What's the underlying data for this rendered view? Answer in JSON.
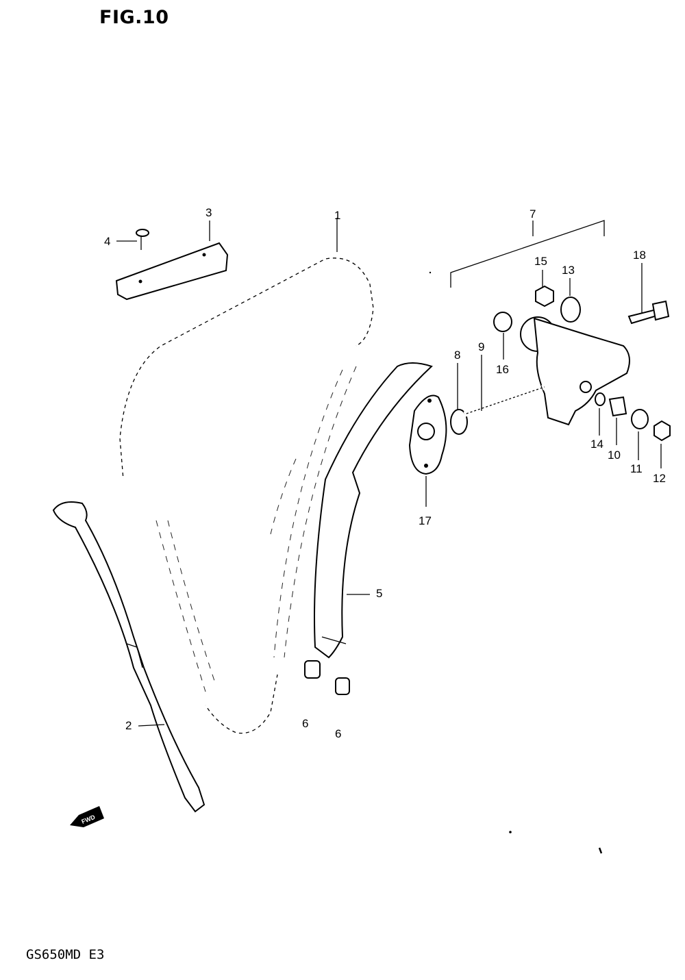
{
  "figure": {
    "title": "FIG.10"
  },
  "model": {
    "code": "GS650MD  E3"
  },
  "arrow": {
    "label": "FWD"
  },
  "callouts": [
    {
      "id": "1",
      "text": "1"
    },
    {
      "id": "2",
      "text": "2"
    },
    {
      "id": "3",
      "text": "3"
    },
    {
      "id": "4",
      "text": "4"
    },
    {
      "id": "5",
      "text": "5"
    },
    {
      "id": "6a",
      "text": "6"
    },
    {
      "id": "6b",
      "text": "6"
    },
    {
      "id": "7",
      "text": "7"
    },
    {
      "id": "8",
      "text": "8"
    },
    {
      "id": "9",
      "text": "9"
    },
    {
      "id": "10",
      "text": "10"
    },
    {
      "id": "11",
      "text": "11"
    },
    {
      "id": "12",
      "text": "12"
    },
    {
      "id": "13",
      "text": "13"
    },
    {
      "id": "14",
      "text": "14"
    },
    {
      "id": "15",
      "text": "15"
    },
    {
      "id": "16",
      "text": "16"
    },
    {
      "id": "17",
      "text": "17"
    },
    {
      "id": "18",
      "text": "18"
    }
  ]
}
